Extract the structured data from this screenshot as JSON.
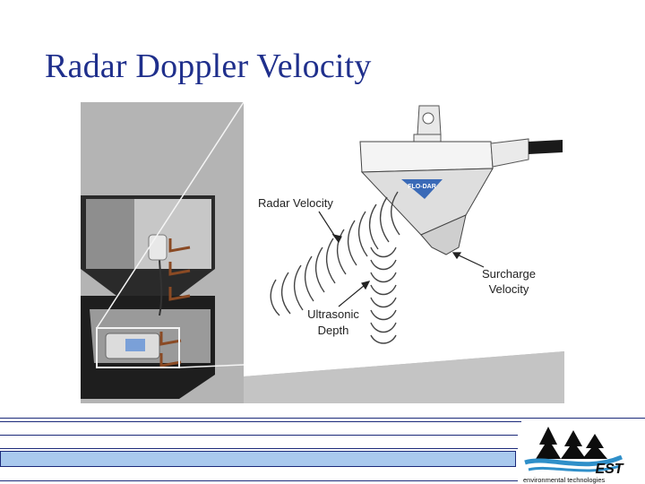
{
  "slide": {
    "title": "Radar Doppler Velocity"
  },
  "figure": {
    "callouts": {
      "radar_velocity": "Radar Velocity",
      "surcharge_line1": "Surcharge",
      "surcharge_line2": "Velocity",
      "ultrasonic_line1": "Ultrasonic",
      "ultrasonic_line2": "Depth"
    },
    "device_label": "FLO-DAR"
  },
  "logo": {
    "brand": "EST",
    "tagline": "environmental technologies"
  },
  "colors": {
    "title": "#1f2f8c",
    "footer_band": "#a9c9ee",
    "footer_lines": "#1c2a7a",
    "logo_blue": "#2f8fc9"
  }
}
